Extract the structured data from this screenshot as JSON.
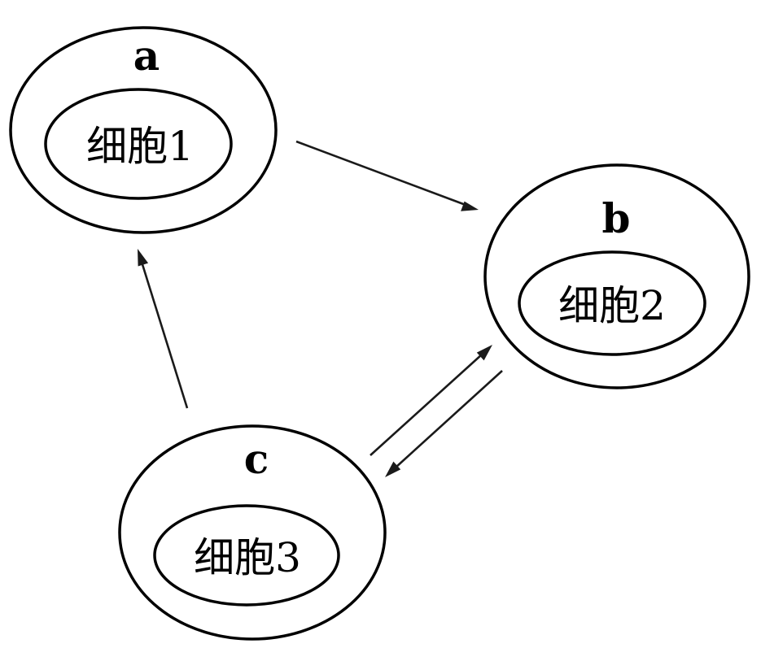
{
  "nodes": {
    "a": {
      "letter": "a",
      "cell": "细胞1"
    },
    "b": {
      "letter": "b",
      "cell": "细胞2"
    },
    "c": {
      "letter": "c",
      "cell": "细胞3"
    }
  },
  "edges": [
    {
      "from": "a",
      "to": "b"
    },
    {
      "from": "c",
      "to": "a"
    },
    {
      "from": "c",
      "to": "b"
    },
    {
      "from": "b",
      "to": "c"
    }
  ],
  "colors": {
    "stroke": "#000000",
    "arrow": "#1a1a1a",
    "background": "#ffffff"
  }
}
